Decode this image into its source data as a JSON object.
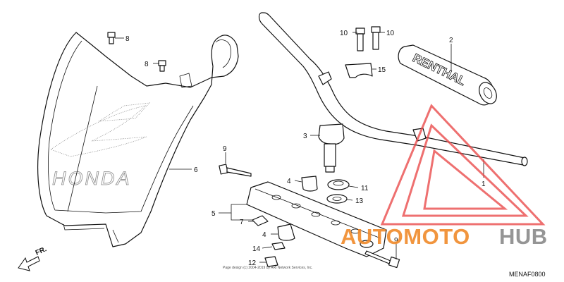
{
  "diagram": {
    "callouts": {
      "c1": "1",
      "c2": "2",
      "c3": "3",
      "c4a": "4",
      "c4b": "4",
      "c5": "5",
      "c6": "6",
      "c7": "7",
      "c8a": "8",
      "c8b": "8",
      "c9a": "9",
      "c9b": "9",
      "c10a": "10",
      "c10b": "10",
      "c11": "11",
      "c12": "12",
      "c13": "13",
      "c14": "14",
      "c15": "15"
    },
    "front_arrow_label": "FR.",
    "diagram_code": "MENAF0800",
    "copyright_line": "Page design (c) 2004-2019 by ARI Network Services, Inc.",
    "grip_brand": "RENTHAL",
    "plate_brand": "HONDA"
  },
  "watermark": {
    "part1": "AUTOMOTO",
    "part2": "HUB",
    "colors": {
      "orange": "#f08a2a",
      "gray": "#8a8a8a",
      "triangle": "#e84040"
    }
  }
}
